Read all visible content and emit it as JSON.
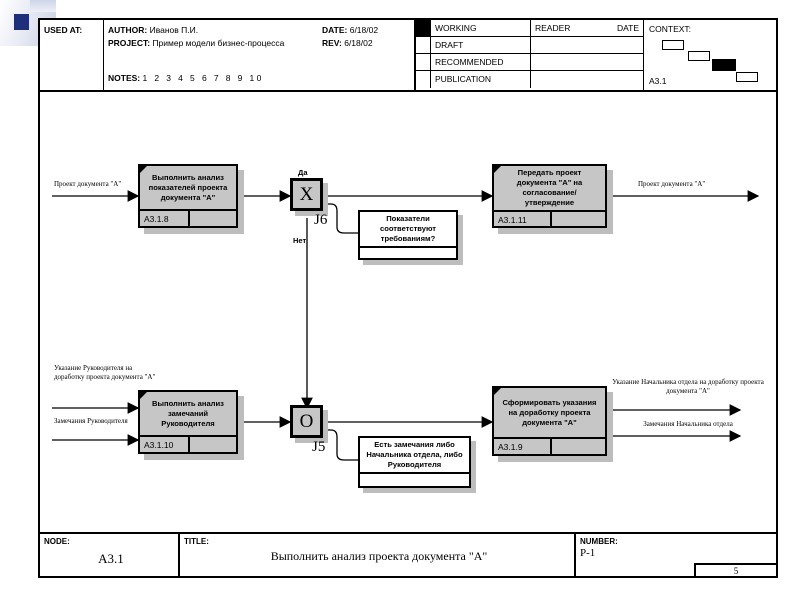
{
  "header": {
    "used_at_label": "USED AT:",
    "author_label": "AUTHOR:",
    "author_value": "Иванов П.И.",
    "project_label": "PROJECT:",
    "project_value": "Пример модели бизнес-процесса",
    "date_label": "DATE:",
    "date_value": "6/18/02",
    "rev_label": "REV:",
    "rev_value": "6/18/02",
    "notes_label": "NOTES:",
    "notes_numbers": "1 2 3 4 5 6 7 8 9 10",
    "status_rows": [
      {
        "label": "WORKING",
        "marked": true
      },
      {
        "label": "DRAFT",
        "marked": false
      },
      {
        "label": "RECOMMENDED",
        "marked": false
      },
      {
        "label": "PUBLICATION",
        "marked": false
      }
    ],
    "reader_label": "READER",
    "date_col_label": "DATE",
    "context_label": "CONTEXT:",
    "context_node": "A3.1"
  },
  "diagram": {
    "boxes": [
      {
        "id": "box-a318",
        "title": "Выполнить анализ показателей проекта документа \"А\"",
        "number": "A3.1.8"
      },
      {
        "id": "box-a3111",
        "title": "Передать проект документа \"А\" на согласование/ утверждение",
        "number": "A3.1.11"
      },
      {
        "id": "box-a3110",
        "title": "Выполнить анализ замечаний Руководителя",
        "number": "A3.1.10"
      },
      {
        "id": "box-a319",
        "title": "Сформировать указания на доработку проекта документа \"А\"",
        "number": "A3.1.9"
      }
    ],
    "junctions": [
      {
        "id": "junction-x",
        "glyph": "X",
        "label": "J6"
      },
      {
        "id": "junction-o",
        "glyph": "O",
        "label": "J5"
      }
    ],
    "notes": [
      {
        "id": "note-j6",
        "text": "Показатели соответствуют требованиям?"
      },
      {
        "id": "note-j5",
        "text": "Есть замечания либо Начальника отдела, либо Руководителя"
      }
    ],
    "flow_labels": {
      "yes": "Да",
      "no": "Нет"
    },
    "arrows": {
      "in_top": "Проект документа \"А\"",
      "out_top": "Проект документа \"А\"",
      "in_bottom_1": "Указание Руководителя на доработку проекта документа \"А\"",
      "in_bottom_2": "Замечания Руководителя",
      "out_bottom_1": "Указание Начальника отдела на доработку проекта документа \"А\"",
      "out_bottom_2": "Замечания Начальника отдела"
    }
  },
  "footer": {
    "node_label": "NODE:",
    "node_value": "A3.1",
    "title_label": "TITLE:",
    "title_value": "Выполнить анализ проекта документа \"А\"",
    "number_label": "NUMBER:",
    "number_value": "P-1",
    "page": "5"
  }
}
